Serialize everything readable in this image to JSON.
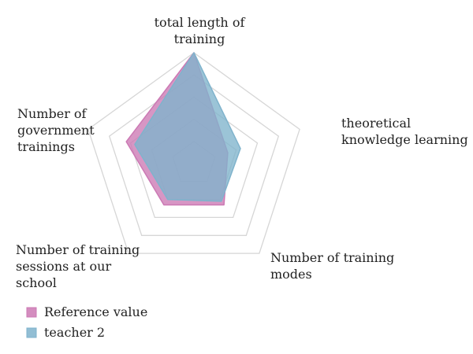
{
  "chart_data": {
    "type": "radar",
    "title": "",
    "axes": [
      "total length of training",
      "theoretical knowledge learning",
      "Number of training modes",
      "Number of training sessions at our school",
      "Number of government trainings"
    ],
    "axis_label_lines": [
      [
        "total length of",
        "training"
      ],
      [
        "theoretical",
        "knowledge learning"
      ],
      [
        "Number of training",
        "modes"
      ],
      [
        "Number of training",
        "sessions at our",
        "school"
      ],
      [
        "Number of",
        "government",
        "trainings"
      ]
    ],
    "rmax": 5,
    "grid_levels": 5,
    "grid": true,
    "legend_position": "bottom-left",
    "series": [
      {
        "name": "Reference value",
        "color": "#cc79b4",
        "values": [
          5,
          1.6,
          2.3,
          2.3,
          3.2
        ]
      },
      {
        "name": "teacher 2",
        "color": "#7fb3cc",
        "values": [
          5,
          2.2,
          2.1,
          2.0,
          2.8
        ]
      }
    ]
  }
}
